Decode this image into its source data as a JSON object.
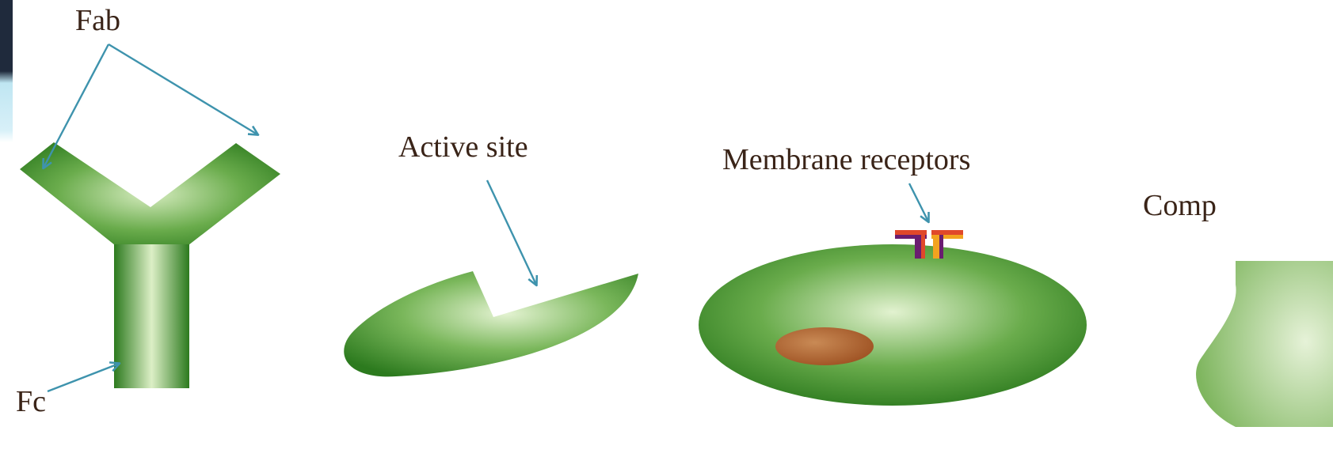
{
  "labels": {
    "fab": "Fab",
    "fc": "Fc",
    "active_site": "Active site",
    "membrane_receptors": "Membrane receptors",
    "complement_partial": "Comp"
  },
  "colors": {
    "green_light": "#dcefc6",
    "green_mid": "#6aac4c",
    "green_dark": "#2c7a1e",
    "nucleus_light": "#c98a55",
    "nucleus_dark": "#9c4f20",
    "arrow": "#3e93ad",
    "label_text": "#3a2418",
    "left_bar_dark": "#1f2a3c",
    "left_bar_light": "#bfe6f2",
    "receptor_red": "#e0482a",
    "receptor_purple": "#6a1d6f",
    "receptor_orange": "#f2a31f"
  }
}
